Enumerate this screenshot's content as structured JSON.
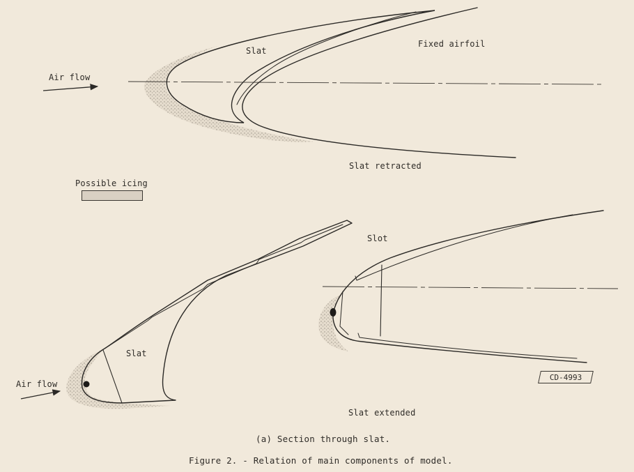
{
  "top_view": {
    "airflow_label": "Air flow",
    "slat_label": "Slat",
    "fixed_airfoil_label": "Fixed airfoil",
    "subtitle": "Slat retracted"
  },
  "legend": {
    "label": "Possible icing"
  },
  "bottom_view": {
    "airflow_label": "Air flow",
    "slat_label": "Slat",
    "slot_label": "Slot",
    "subtitle": "Slat extended"
  },
  "stamp_code": "CD-4993",
  "caption_a": "(a) Section through slat.",
  "figure_caption": "Figure 2. - Relation of main components of model.",
  "colors": {
    "paper": "#f1e9db",
    "ink": "#2b2926",
    "icing_stipple": "#8e877d"
  }
}
